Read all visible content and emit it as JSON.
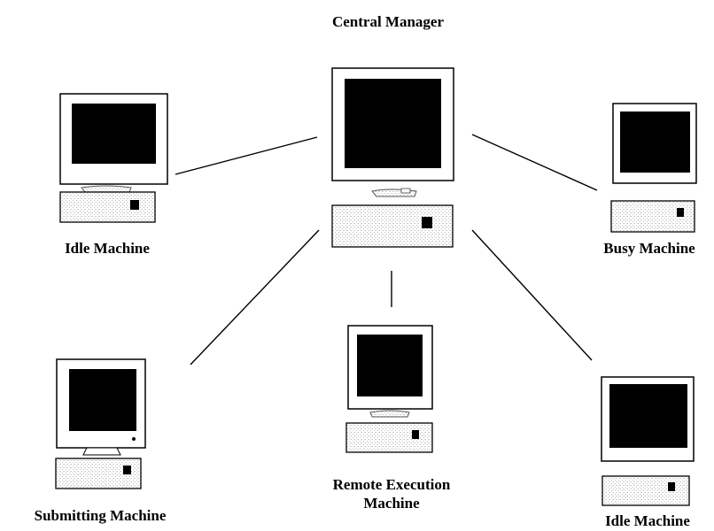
{
  "title": "Central Manager",
  "nodes": {
    "central": {
      "label": "Central Manager"
    },
    "idle_left": {
      "label": "Idle Machine"
    },
    "busy": {
      "label": "Busy Machine"
    },
    "submitting": {
      "label": "Submitting Machine"
    },
    "remote": {
      "label": "Remote Execution Machine"
    },
    "idle_right": {
      "label": "Idle Machine"
    }
  },
  "colors": {
    "screen": "#000000",
    "stroke": "#000000",
    "texture": "#cfcfcf"
  }
}
